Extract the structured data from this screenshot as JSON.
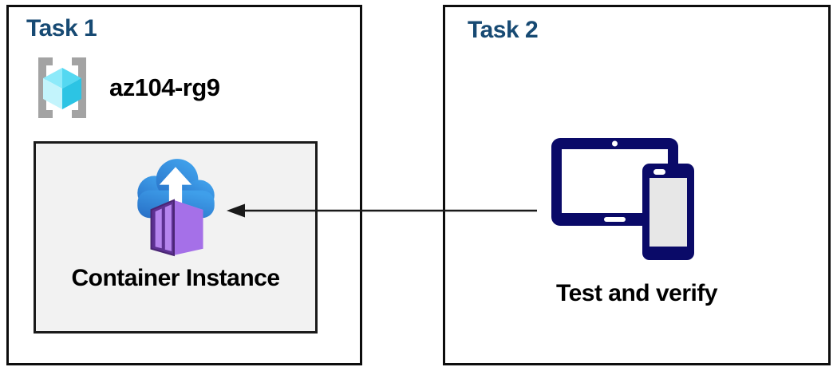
{
  "task1": {
    "title": "Task 1",
    "resource_group_name": "az104-rg9",
    "container_label": "Container Instance"
  },
  "task2": {
    "title": "Task 2",
    "devices_label": "Test and verify"
  },
  "arrow": {
    "direction": "right-to-left",
    "from": "task2-devices",
    "to": "task1-container-instance"
  },
  "colors": {
    "task_title_blue": "#174a73",
    "panel_border": "#0d0d0d",
    "inner_card_fill": "#f2f2f2",
    "inner_card_border": "#1a1a1a",
    "device_navy": "#0a0a68",
    "device_screen_gray": "#e7e7e7",
    "cloud_blue_dark": "#276ec5",
    "cloud_blue_light": "#3f9fea",
    "container_front_purple": "#5d3192",
    "container_side_purple": "#a570e8",
    "container_top_purple": "#c29df2",
    "container_door_purple": "#b584ee",
    "cube_cyan_topleft": "#8deafa",
    "cube_cyan_topright": "#54d8f1",
    "cube_cyan_left": "#c3f4fc",
    "cube_cyan_right": "#2cc4e4",
    "bracket_gray": "#a3a3a3",
    "arrow_black": "#1a1a1a"
  }
}
